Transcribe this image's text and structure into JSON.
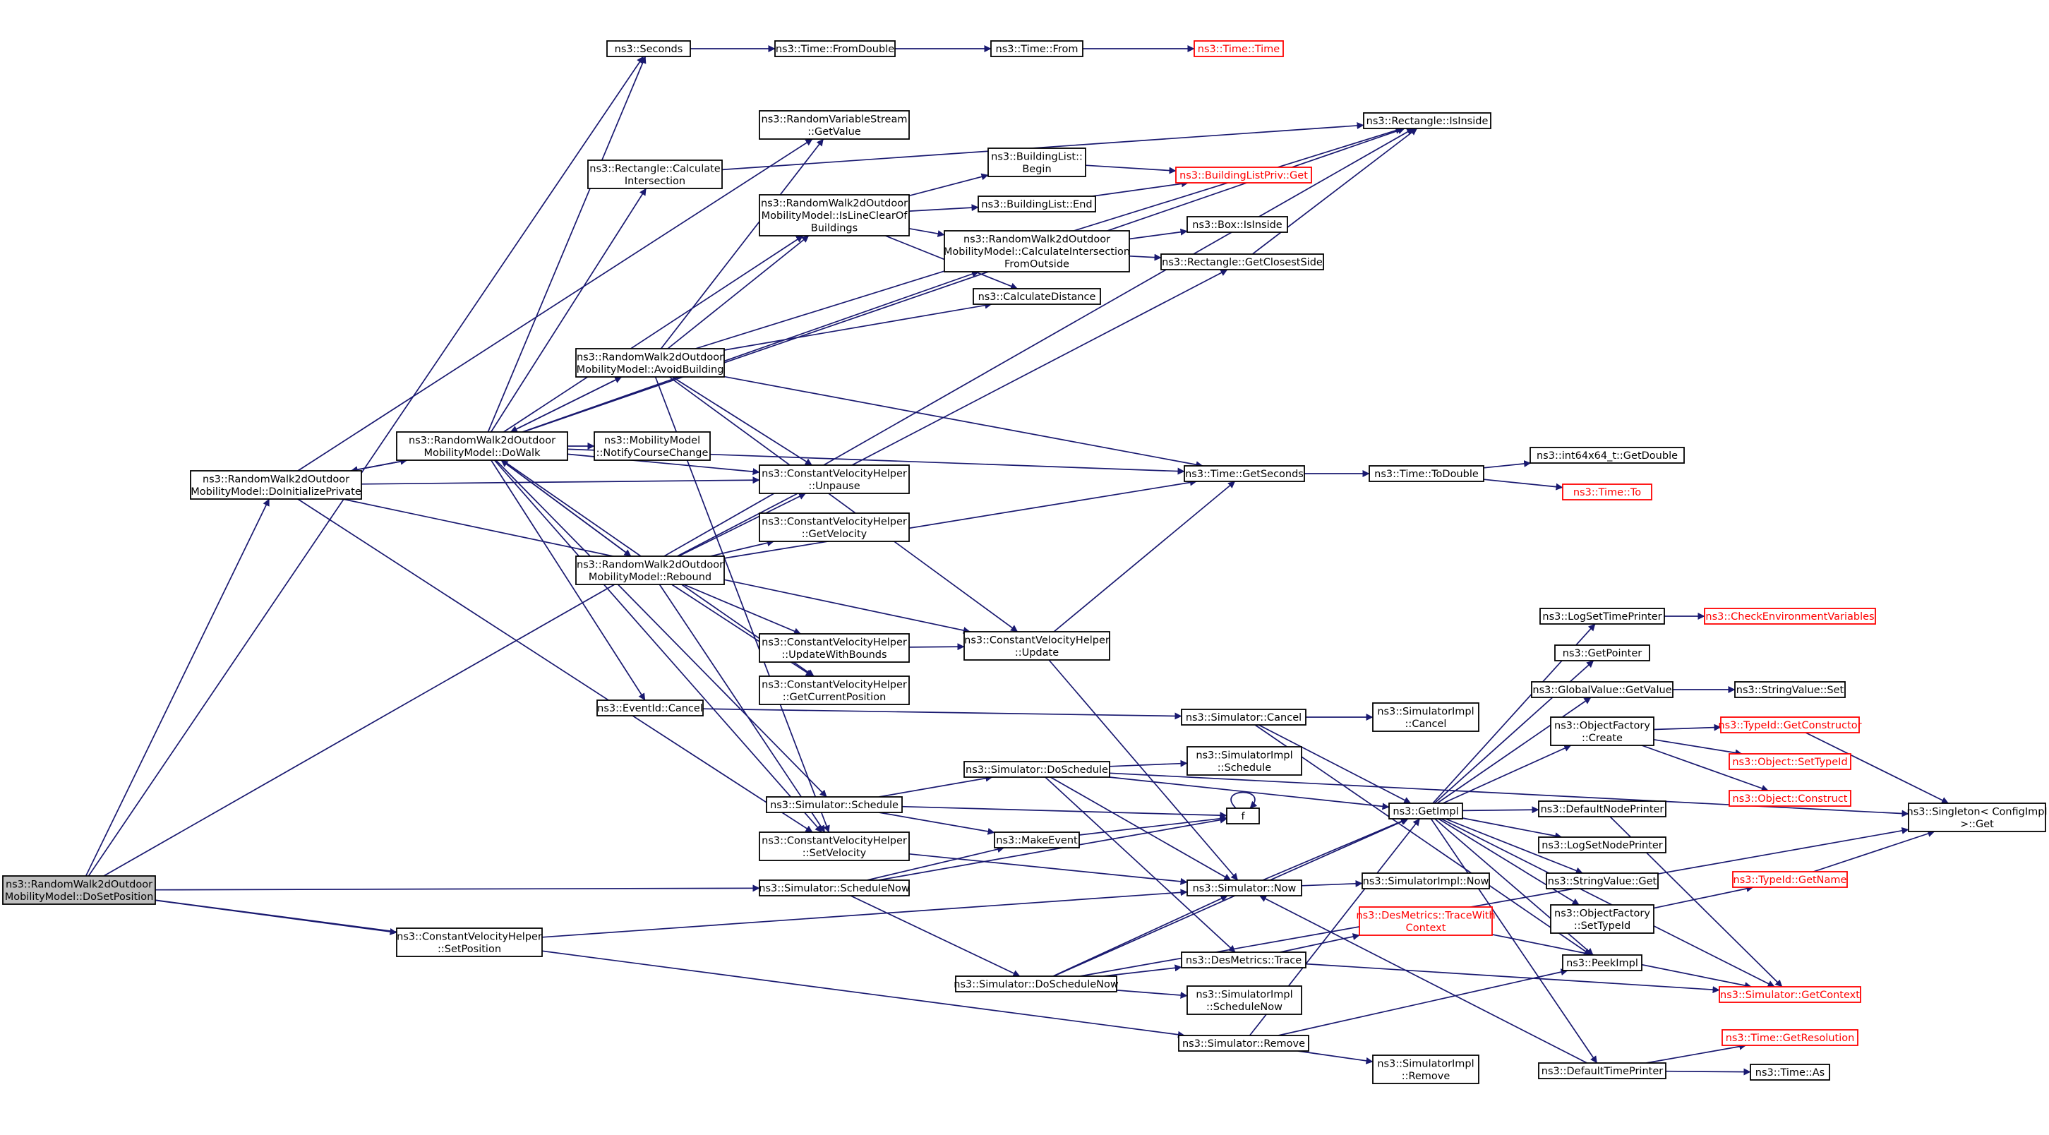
{
  "colors": {
    "edge": "#191970",
    "truncated": "#ff0000",
    "root_fill": "#bfbfbf"
  },
  "nodes": [
    {
      "id": "dosetpos",
      "lines": [
        "ns3::RandomWalk2dOutdoor",
        "MobilityModel::DoSetPosition"
      ],
      "root": true
    },
    {
      "id": "doinit",
      "lines": [
        "ns3::RandomWalk2dOutdoor",
        "MobilityModel::DoInitializePrivate"
      ]
    },
    {
      "id": "dowalk",
      "lines": [
        "ns3::RandomWalk2dOutdoor",
        "MobilityModel::DoWalk"
      ]
    },
    {
      "id": "avoid",
      "lines": [
        "ns3::RandomWalk2dOutdoor",
        "MobilityModel::AvoidBuilding"
      ]
    },
    {
      "id": "rebound",
      "lines": [
        "ns3::RandomWalk2dOutdoor",
        "MobilityModel::Rebound"
      ]
    },
    {
      "id": "setposhelper",
      "lines": [
        "ns3::ConstantVelocityHelper",
        "::SetPosition"
      ]
    },
    {
      "id": "seconds",
      "lines": [
        "ns3::Seconds"
      ]
    },
    {
      "id": "rectcalc",
      "lines": [
        "ns3::Rectangle::Calculate",
        "Intersection"
      ]
    },
    {
      "id": "mmnotify",
      "lines": [
        "ns3::MobilityModel",
        "::NotifyCourseChange"
      ]
    },
    {
      "id": "evcancel",
      "lines": [
        "ns3::EventId::Cancel"
      ]
    },
    {
      "id": "schedule",
      "lines": [
        "ns3::Simulator::Schedule"
      ]
    },
    {
      "id": "schednow",
      "lines": [
        "ns3::Simulator::ScheduleNow"
      ]
    },
    {
      "id": "rvsget",
      "lines": [
        "ns3::RandomVariableStream",
        "::GetValue"
      ]
    },
    {
      "id": "islineclear",
      "lines": [
        "ns3::RandomWalk2dOutdoor",
        "MobilityModel::IsLineClearOf",
        "Buildings"
      ]
    },
    {
      "id": "cvunpause",
      "lines": [
        "ns3::ConstantVelocityHelper",
        "::Unpause"
      ]
    },
    {
      "id": "cvgetvel",
      "lines": [
        "ns3::ConstantVelocityHelper",
        "::GetVelocity"
      ]
    },
    {
      "id": "cvupdwb",
      "lines": [
        "ns3::ConstantVelocityHelper",
        "::UpdateWithBounds"
      ]
    },
    {
      "id": "cvgetcur",
      "lines": [
        "ns3::ConstantVelocityHelper",
        "::GetCurrentPosition"
      ]
    },
    {
      "id": "cvsetvel",
      "lines": [
        "ns3::ConstantVelocityHelper",
        "::SetVelocity"
      ]
    },
    {
      "id": "fromdouble",
      "lines": [
        "ns3::Time::FromDouble"
      ]
    },
    {
      "id": "blbegin",
      "lines": [
        "ns3::BuildingList::",
        "Begin"
      ]
    },
    {
      "id": "blend",
      "lines": [
        "ns3::BuildingList::End"
      ]
    },
    {
      "id": "calcfromout",
      "lines": [
        "ns3::RandomWalk2dOutdoor",
        "MobilityModel::CalculateIntersection",
        "FromOutside"
      ]
    },
    {
      "id": "calcdist",
      "lines": [
        "ns3::CalculateDistance"
      ]
    },
    {
      "id": "cvupdate",
      "lines": [
        "ns3::ConstantVelocityHelper",
        "::Update"
      ]
    },
    {
      "id": "doschedule",
      "lines": [
        "ns3::Simulator::DoSchedule"
      ]
    },
    {
      "id": "makeevent",
      "lines": [
        "ns3::MakeEvent"
      ]
    },
    {
      "id": "doschednow",
      "lines": [
        "ns3::Simulator::DoScheduleNow"
      ]
    },
    {
      "id": "timefrom",
      "lines": [
        "ns3::Time::From"
      ]
    },
    {
      "id": "boxinside",
      "lines": [
        "ns3::Box::IsInside"
      ]
    },
    {
      "id": "getclosest",
      "lines": [
        "ns3::Rectangle::GetClosestSide"
      ]
    },
    {
      "id": "getseconds",
      "lines": [
        "ns3::Time::GetSeconds"
      ]
    },
    {
      "id": "simcancel",
      "lines": [
        "ns3::Simulator::Cancel"
      ]
    },
    {
      "id": "simimplsched",
      "lines": [
        "ns3::SimulatorImpl",
        "::Schedule"
      ]
    },
    {
      "id": "f",
      "lines": [
        "f"
      ]
    },
    {
      "id": "simnow",
      "lines": [
        "ns3::Simulator::Now"
      ]
    },
    {
      "id": "destrace",
      "lines": [
        "ns3::DesMetrics::Trace"
      ]
    },
    {
      "id": "simimplschednow",
      "lines": [
        "ns3::SimulatorImpl",
        "::ScheduleNow"
      ]
    },
    {
      "id": "simremove",
      "lines": [
        "ns3::Simulator::Remove"
      ]
    },
    {
      "id": "timetime",
      "lines": [
        "ns3::Time::Time"
      ],
      "truncated": true
    },
    {
      "id": "rectinside",
      "lines": [
        "ns3::Rectangle::IsInside"
      ]
    },
    {
      "id": "blprivget",
      "lines": [
        "ns3::BuildingListPriv::Get"
      ],
      "truncated": true
    },
    {
      "id": "todouble",
      "lines": [
        "ns3::Time::ToDouble"
      ]
    },
    {
      "id": "simimplcancel",
      "lines": [
        "ns3::SimulatorImpl",
        "::Cancel"
      ]
    },
    {
      "id": "getimpl",
      "lines": [
        "ns3::GetImpl"
      ]
    },
    {
      "id": "simimplnow",
      "lines": [
        "ns3::SimulatorImpl::Now"
      ]
    },
    {
      "id": "destracewith",
      "lines": [
        "ns3::DesMetrics::TraceWith",
        "Context"
      ],
      "truncated": true
    },
    {
      "id": "simimplremove",
      "lines": [
        "ns3::SimulatorImpl",
        "::Remove"
      ]
    },
    {
      "id": "int64get",
      "lines": [
        "ns3::int64x64_t::GetDouble"
      ]
    },
    {
      "id": "timeto",
      "lines": [
        "ns3::Time::To"
      ],
      "truncated": true
    },
    {
      "id": "logsettp",
      "lines": [
        "ns3::LogSetTimePrinter"
      ]
    },
    {
      "id": "getpointer",
      "lines": [
        "ns3::GetPointer"
      ]
    },
    {
      "id": "gvgetvalue",
      "lines": [
        "ns3::GlobalValue::GetValue"
      ]
    },
    {
      "id": "ofcreate",
      "lines": [
        "ns3::ObjectFactory",
        "::Create"
      ]
    },
    {
      "id": "defnodeprinter",
      "lines": [
        "ns3::DefaultNodePrinter"
      ]
    },
    {
      "id": "logsetnp",
      "lines": [
        "ns3::LogSetNodePrinter"
      ]
    },
    {
      "id": "svget",
      "lines": [
        "ns3::StringValue::Get"
      ]
    },
    {
      "id": "ofsettypeid",
      "lines": [
        "ns3::ObjectFactory",
        "::SetTypeId"
      ]
    },
    {
      "id": "peekimpl",
      "lines": [
        "ns3::PeekImpl"
      ]
    },
    {
      "id": "deftimeprinter",
      "lines": [
        "ns3::DefaultTimePrinter"
      ]
    },
    {
      "id": "checkenv",
      "lines": [
        "ns3::CheckEnvironmentVariables"
      ],
      "truncated": true
    },
    {
      "id": "svset",
      "lines": [
        "ns3::StringValue::Set"
      ]
    },
    {
      "id": "tidgetctor",
      "lines": [
        "ns3::TypeId::GetConstructor"
      ],
      "truncated": true
    },
    {
      "id": "objsettypeid",
      "lines": [
        "ns3::Object::SetTypeId"
      ],
      "truncated": true
    },
    {
      "id": "objconstruct",
      "lines": [
        "ns3::Object::Construct"
      ],
      "truncated": true
    },
    {
      "id": "tidgetname",
      "lines": [
        "ns3::TypeId::GetName"
      ],
      "truncated": true
    },
    {
      "id": "simgetctx",
      "lines": [
        "ns3::Simulator::GetContext"
      ],
      "truncated": true
    },
    {
      "id": "timegetres",
      "lines": [
        "ns3::Time::GetResolution"
      ],
      "truncated": true
    },
    {
      "id": "timeas",
      "lines": [
        "ns3::Time::As"
      ]
    },
    {
      "id": "singleton",
      "lines": [
        "ns3::Singleton< ConfigImpl",
        " >::Get"
      ]
    }
  ],
  "edges": [
    [
      "dosetpos",
      "doinit"
    ],
    [
      "dosetpos",
      "seconds"
    ],
    [
      "dosetpos",
      "rectinside"
    ],
    [
      "dosetpos",
      "schednow"
    ],
    [
      "dosetpos",
      "setposhelper"
    ],
    [
      "dosetpos",
      "simremove"
    ],
    [
      "doinit",
      "dowalk"
    ],
    [
      "doinit",
      "rvsget"
    ],
    [
      "doinit",
      "cvunpause"
    ],
    [
      "doinit",
      "cvupdate"
    ],
    [
      "doinit",
      "cvsetvel"
    ],
    [
      "dowalk",
      "doinit"
    ],
    [
      "dowalk",
      "seconds"
    ],
    [
      "dowalk",
      "rectinside"
    ],
    [
      "dowalk",
      "rectcalc"
    ],
    [
      "dowalk",
      "islineclear"
    ],
    [
      "dowalk",
      "calcfromout"
    ],
    [
      "dowalk",
      "avoid"
    ],
    [
      "dowalk",
      "mmnotify"
    ],
    [
      "dowalk",
      "getseconds"
    ],
    [
      "dowalk",
      "cvunpause"
    ],
    [
      "dowalk",
      "rebound"
    ],
    [
      "dowalk",
      "cvgetcur"
    ],
    [
      "dowalk",
      "evcancel"
    ],
    [
      "dowalk",
      "schedule"
    ],
    [
      "dowalk",
      "cvsetvel"
    ],
    [
      "avoid",
      "dowalk"
    ],
    [
      "avoid",
      "rvsget"
    ],
    [
      "avoid",
      "islineclear"
    ],
    [
      "avoid",
      "calcdist"
    ],
    [
      "avoid",
      "rectinside"
    ],
    [
      "avoid",
      "getseconds"
    ],
    [
      "avoid",
      "cvunpause"
    ],
    [
      "avoid",
      "cvupdate"
    ],
    [
      "avoid",
      "cvsetvel"
    ],
    [
      "rebound",
      "dowalk"
    ],
    [
      "rebound",
      "cvunpause"
    ],
    [
      "rebound",
      "cvgetvel"
    ],
    [
      "rebound",
      "getclosest"
    ],
    [
      "rebound",
      "getseconds"
    ],
    [
      "rebound",
      "cvupdwb"
    ],
    [
      "rebound",
      "cvgetcur"
    ],
    [
      "rebound",
      "cvsetvel"
    ],
    [
      "setposhelper",
      "simnow"
    ],
    [
      "seconds",
      "fromdouble"
    ],
    [
      "fromdouble",
      "timefrom"
    ],
    [
      "timefrom",
      "timetime"
    ],
    [
      "rectcalc",
      "rectinside"
    ],
    [
      "islineclear",
      "blbegin"
    ],
    [
      "islineclear",
      "blend"
    ],
    [
      "islineclear",
      "calcfromout"
    ],
    [
      "islineclear",
      "calcdist"
    ],
    [
      "blbegin",
      "blprivget"
    ],
    [
      "blend",
      "blprivget"
    ],
    [
      "calcfromout",
      "boxinside"
    ],
    [
      "calcfromout",
      "getclosest"
    ],
    [
      "getclosest",
      "rectinside"
    ],
    [
      "getseconds",
      "todouble"
    ],
    [
      "todouble",
      "int64get"
    ],
    [
      "todouble",
      "timeto"
    ],
    [
      "cvupdwb",
      "cvupdate"
    ],
    [
      "cvupdate",
      "getseconds"
    ],
    [
      "cvupdate",
      "simnow"
    ],
    [
      "cvsetvel",
      "simnow"
    ],
    [
      "evcancel",
      "simcancel"
    ],
    [
      "simcancel",
      "simimplcancel"
    ],
    [
      "simcancel",
      "getimpl"
    ],
    [
      "simcancel",
      "peekimpl"
    ],
    [
      "schedule",
      "doschedule"
    ],
    [
      "schedule",
      "makeevent"
    ],
    [
      "schedule",
      "f"
    ],
    [
      "schednow",
      "makeevent"
    ],
    [
      "schednow",
      "f"
    ],
    [
      "schednow",
      "doschednow"
    ],
    [
      "makeevent",
      "f"
    ],
    [
      "f",
      "f"
    ],
    [
      "doschedule",
      "singleton"
    ],
    [
      "doschedule",
      "simimplsched"
    ],
    [
      "doschedule",
      "getimpl"
    ],
    [
      "doschedule",
      "simnow"
    ],
    [
      "doschedule",
      "destrace"
    ],
    [
      "doschednow",
      "simnow"
    ],
    [
      "doschednow",
      "getimpl"
    ],
    [
      "doschednow",
      "destrace"
    ],
    [
      "doschednow",
      "simimplschednow"
    ],
    [
      "doschednow",
      "singleton"
    ],
    [
      "simremove",
      "getimpl"
    ],
    [
      "simremove",
      "peekimpl"
    ],
    [
      "simremove",
      "simimplremove"
    ],
    [
      "simnow",
      "getimpl"
    ],
    [
      "simnow",
      "simimplnow"
    ],
    [
      "destrace",
      "destracewith"
    ],
    [
      "destrace",
      "simgetctx"
    ],
    [
      "destracewith",
      "simgetctx"
    ],
    [
      "getimpl",
      "logsettp"
    ],
    [
      "getimpl",
      "getpointer"
    ],
    [
      "getimpl",
      "gvgetvalue"
    ],
    [
      "getimpl",
      "ofcreate"
    ],
    [
      "getimpl",
      "defnodeprinter"
    ],
    [
      "getimpl",
      "logsetnp"
    ],
    [
      "getimpl",
      "svget"
    ],
    [
      "getimpl",
      "ofsettypeid"
    ],
    [
      "getimpl",
      "peekimpl"
    ],
    [
      "getimpl",
      "deftimeprinter"
    ],
    [
      "getimpl",
      "simgetctx"
    ],
    [
      "logsettp",
      "checkenv"
    ],
    [
      "gvgetvalue",
      "svset"
    ],
    [
      "ofcreate",
      "tidgetctor"
    ],
    [
      "ofcreate",
      "objsettypeid"
    ],
    [
      "ofcreate",
      "objconstruct"
    ],
    [
      "tidgetctor",
      "singleton"
    ],
    [
      "ofsettypeid",
      "tidgetname"
    ],
    [
      "tidgetname",
      "singleton"
    ],
    [
      "defnodeprinter",
      "simgetctx"
    ],
    [
      "deftimeprinter",
      "simnow"
    ],
    [
      "deftimeprinter",
      "timegetres"
    ],
    [
      "deftimeprinter",
      "timeas"
    ]
  ]
}
